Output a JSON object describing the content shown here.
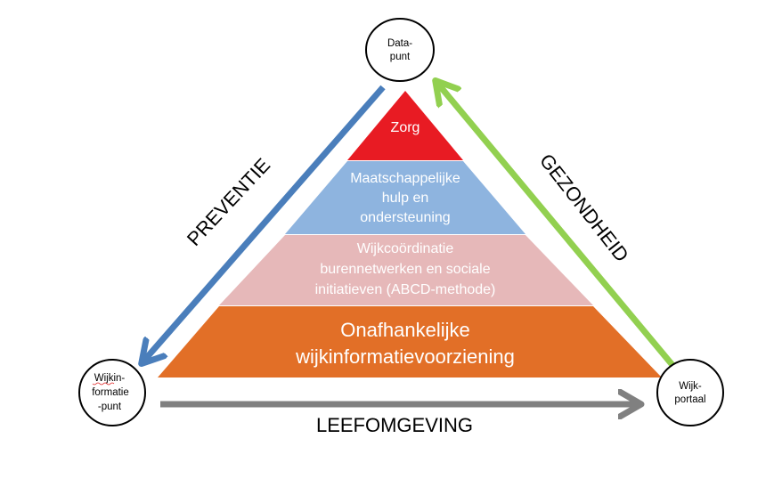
{
  "pyramid": {
    "tiers": [
      {
        "lines": [
          "Zorg"
        ],
        "color": "#e81b23"
      },
      {
        "lines": [
          "Maatschappelijke",
          "hulp en",
          "ondersteuning"
        ],
        "color": "#8eb4df"
      },
      {
        "lines": [
          "Wijkcoördinatie",
          "burennetwerken en sociale",
          "initiatieven (ABCD-methode)"
        ],
        "color": "#e6b8b9"
      },
      {
        "lines": [
          "Onafhankelijke",
          "wijkinformatievoorziening"
        ],
        "color": "#e26f27"
      }
    ]
  },
  "nodes": {
    "top": {
      "lines": [
        "Data-",
        "punt"
      ]
    },
    "left": {
      "lines": [
        "Wijkin-",
        "formatie",
        "-punt"
      ]
    },
    "right": {
      "lines": [
        "Wijk-",
        "portaal"
      ]
    }
  },
  "arrows": {
    "left_side": {
      "label": "PREVENTIE",
      "color": "#4a7ebb"
    },
    "right_side": {
      "label": "GEZONDHEID",
      "color": "#92d050"
    },
    "bottom": {
      "label": "LEEFOMGEVING",
      "color": "#808080"
    }
  }
}
